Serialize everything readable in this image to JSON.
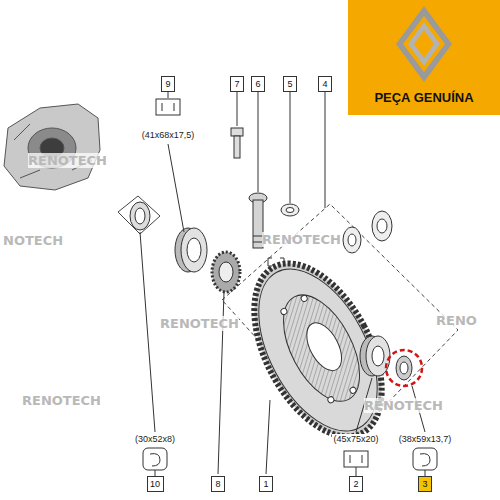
{
  "diagram": {
    "nodes": [
      {
        "text": [
          "PEÇA GENUÍNA"
        ]
      },
      {
        "text": [
          "9"
        ]
      },
      {
        "text": [
          "7"
        ]
      },
      {
        "text": [
          "6"
        ]
      },
      {
        "text": [
          "5"
        ]
      },
      {
        "text": [
          "4"
        ]
      },
      {
        "text": [
          "10"
        ]
      },
      {
        "text": [
          "8"
        ]
      },
      {
        "text": [
          "1"
        ]
      },
      {
        "text": [
          "2"
        ]
      },
      {
        "text": [
          "3"
        ]
      }
    ],
    "labels": [
      "RENOTECH",
      "(41x68x17,5)",
      "NOTECH",
      "RENOTECH",
      "RENOTECH",
      "RENO",
      "RENOTECH",
      "RENOTECH",
      "(30x52x8)",
      "(45x75x20)",
      "(38x59x13,7)"
    ]
  }
}
